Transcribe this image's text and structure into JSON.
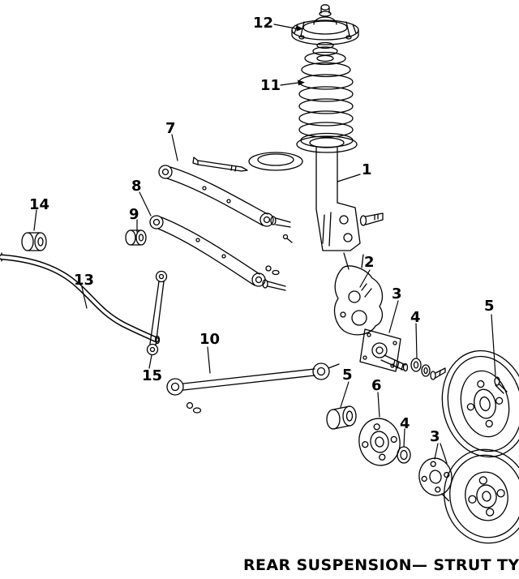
{
  "diagram": {
    "caption": "REAR SUSPENSION— STRUT TYPE",
    "callouts": [
      "12",
      "11",
      "7",
      "1",
      "8",
      "9",
      "14",
      "2",
      "3",
      "4",
      "5",
      "13",
      "10",
      "15",
      "5",
      "6",
      "4",
      "3"
    ]
  },
  "colors": {
    "ink": "#000000",
    "paper": "#ffffff"
  }
}
